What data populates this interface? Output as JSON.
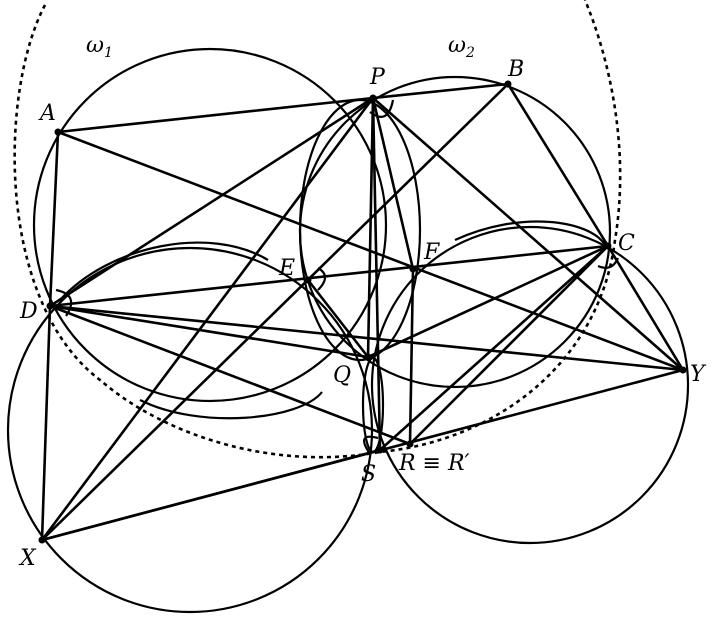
{
  "figure": {
    "labels": {
      "omega1": "ω",
      "omega1_sub": "1",
      "omega2": "ω",
      "omega2_sub": "2",
      "A": "A",
      "B": "B",
      "C": "C",
      "D": "D",
      "E": "E",
      "F": "F",
      "P": "P",
      "Q": "Q",
      "S": "S",
      "X": "X",
      "Y": "Y",
      "R": "R ≡ R′"
    }
  }
}
